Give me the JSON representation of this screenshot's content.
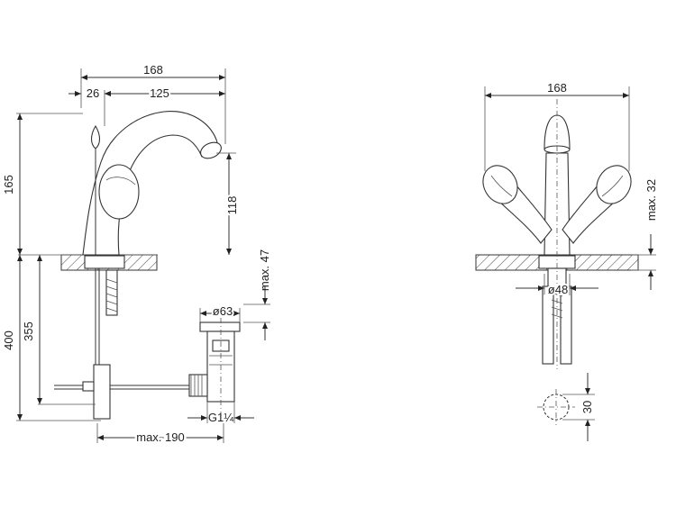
{
  "front_view": {
    "dim_width_total": "168",
    "dim_offset": "26",
    "dim_spout_reach": "125",
    "dim_height": "165",
    "dim_spout_height": "118",
    "dim_below_total": "400",
    "dim_below_rod": "355",
    "dim_max_47": "max. 47",
    "dim_waste_dia": "ø63",
    "dim_thread": "G1¼",
    "dim_max_190": "max. 190"
  },
  "side_view": {
    "dim_width_total": "168",
    "dim_max_32": "max. 32",
    "dim_base_dia": "ø48",
    "dim_hole_30": "30"
  }
}
